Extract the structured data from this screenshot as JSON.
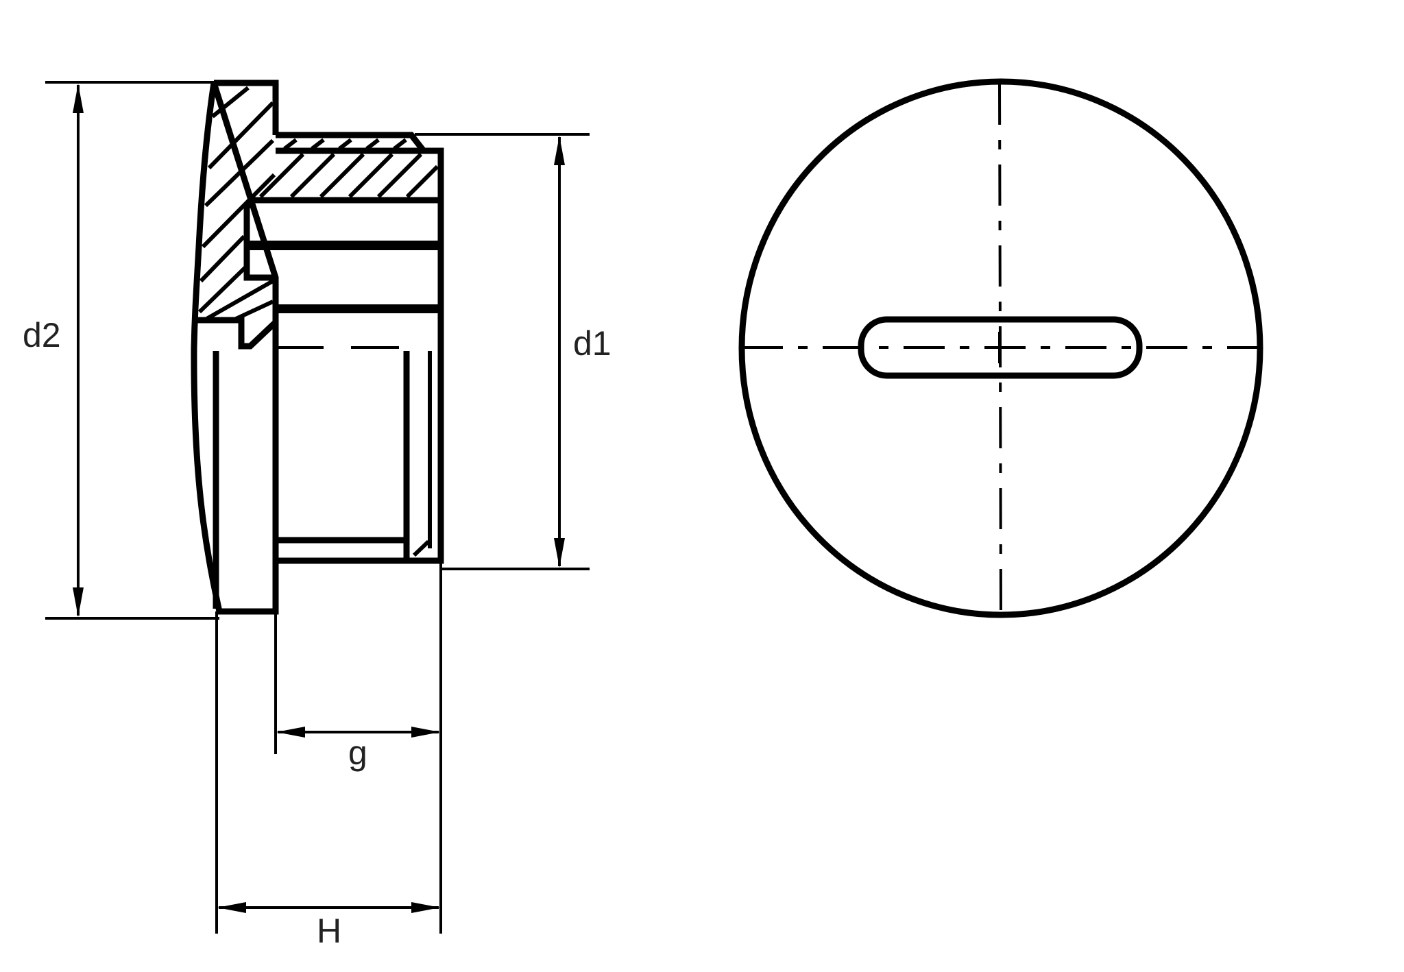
{
  "drawing": {
    "type": "technical-engineering-drawing",
    "subject": "threaded plug / cap with slotted head",
    "views": [
      "section-side-view",
      "front-view"
    ],
    "line_color": "#000000",
    "label_color": "#222222",
    "background": "#ffffff"
  },
  "dimensions": {
    "d2": {
      "label": "d2",
      "description": "head outer diameter (vertical)"
    },
    "d1": {
      "label": "d1",
      "description": "thread / body diameter (vertical)"
    },
    "g": {
      "label": "g",
      "description": "thread length (horizontal)"
    },
    "H": {
      "label": "H",
      "description": "overall height (horizontal)"
    }
  },
  "front_view": {
    "features": [
      "outer-circle",
      "slot",
      "vertical-centerline",
      "horizontal-centerline"
    ]
  }
}
